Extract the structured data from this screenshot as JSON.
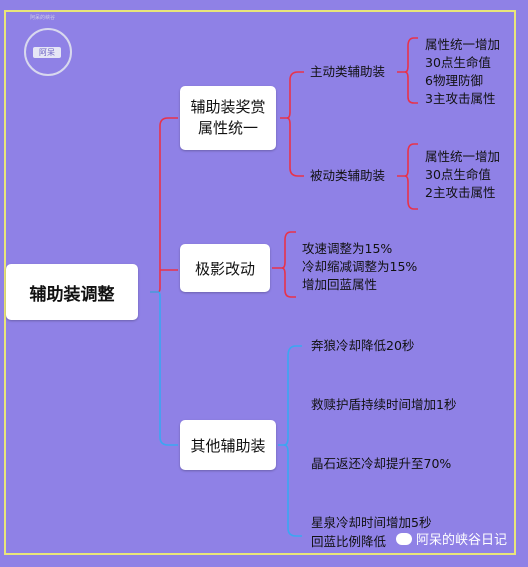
{
  "logo": {
    "top_text": "阿呆的峡谷",
    "tag": "阿呆"
  },
  "root": {
    "label": "辅助装调整"
  },
  "branches": [
    {
      "label_lines": [
        "辅助装奖赏",
        "属性统一"
      ],
      "children": [
        {
          "label": "主动类辅助装",
          "details": [
            "属性统一增加",
            "30点生命值",
            "6物理防御",
            "3主攻击属性"
          ]
        },
        {
          "label": "被动类辅助装",
          "details": [
            "属性统一增加",
            "30点生命值",
            "2主攻击属性"
          ]
        }
      ]
    },
    {
      "label": "极影改动",
      "details": [
        "攻速调整为15%",
        "冷却缩减调整为15%",
        "增加回蓝属性"
      ]
    },
    {
      "label": "其他辅助装",
      "items": [
        "奔狼冷却降低20秒",
        "救赎护盾持续时间增加1秒",
        "晶石返还冷却提升至70%"
      ],
      "last_item": [
        "星泉冷却时间增加5秒",
        "回蓝比例降低"
      ]
    }
  ],
  "watermark": {
    "text": "阿呆的峡谷日记"
  },
  "colors": {
    "background": "#8f81e6",
    "frame": "#e9e57a",
    "red_branch": "#e8324a",
    "blue_branch": "#3aa7f2"
  }
}
